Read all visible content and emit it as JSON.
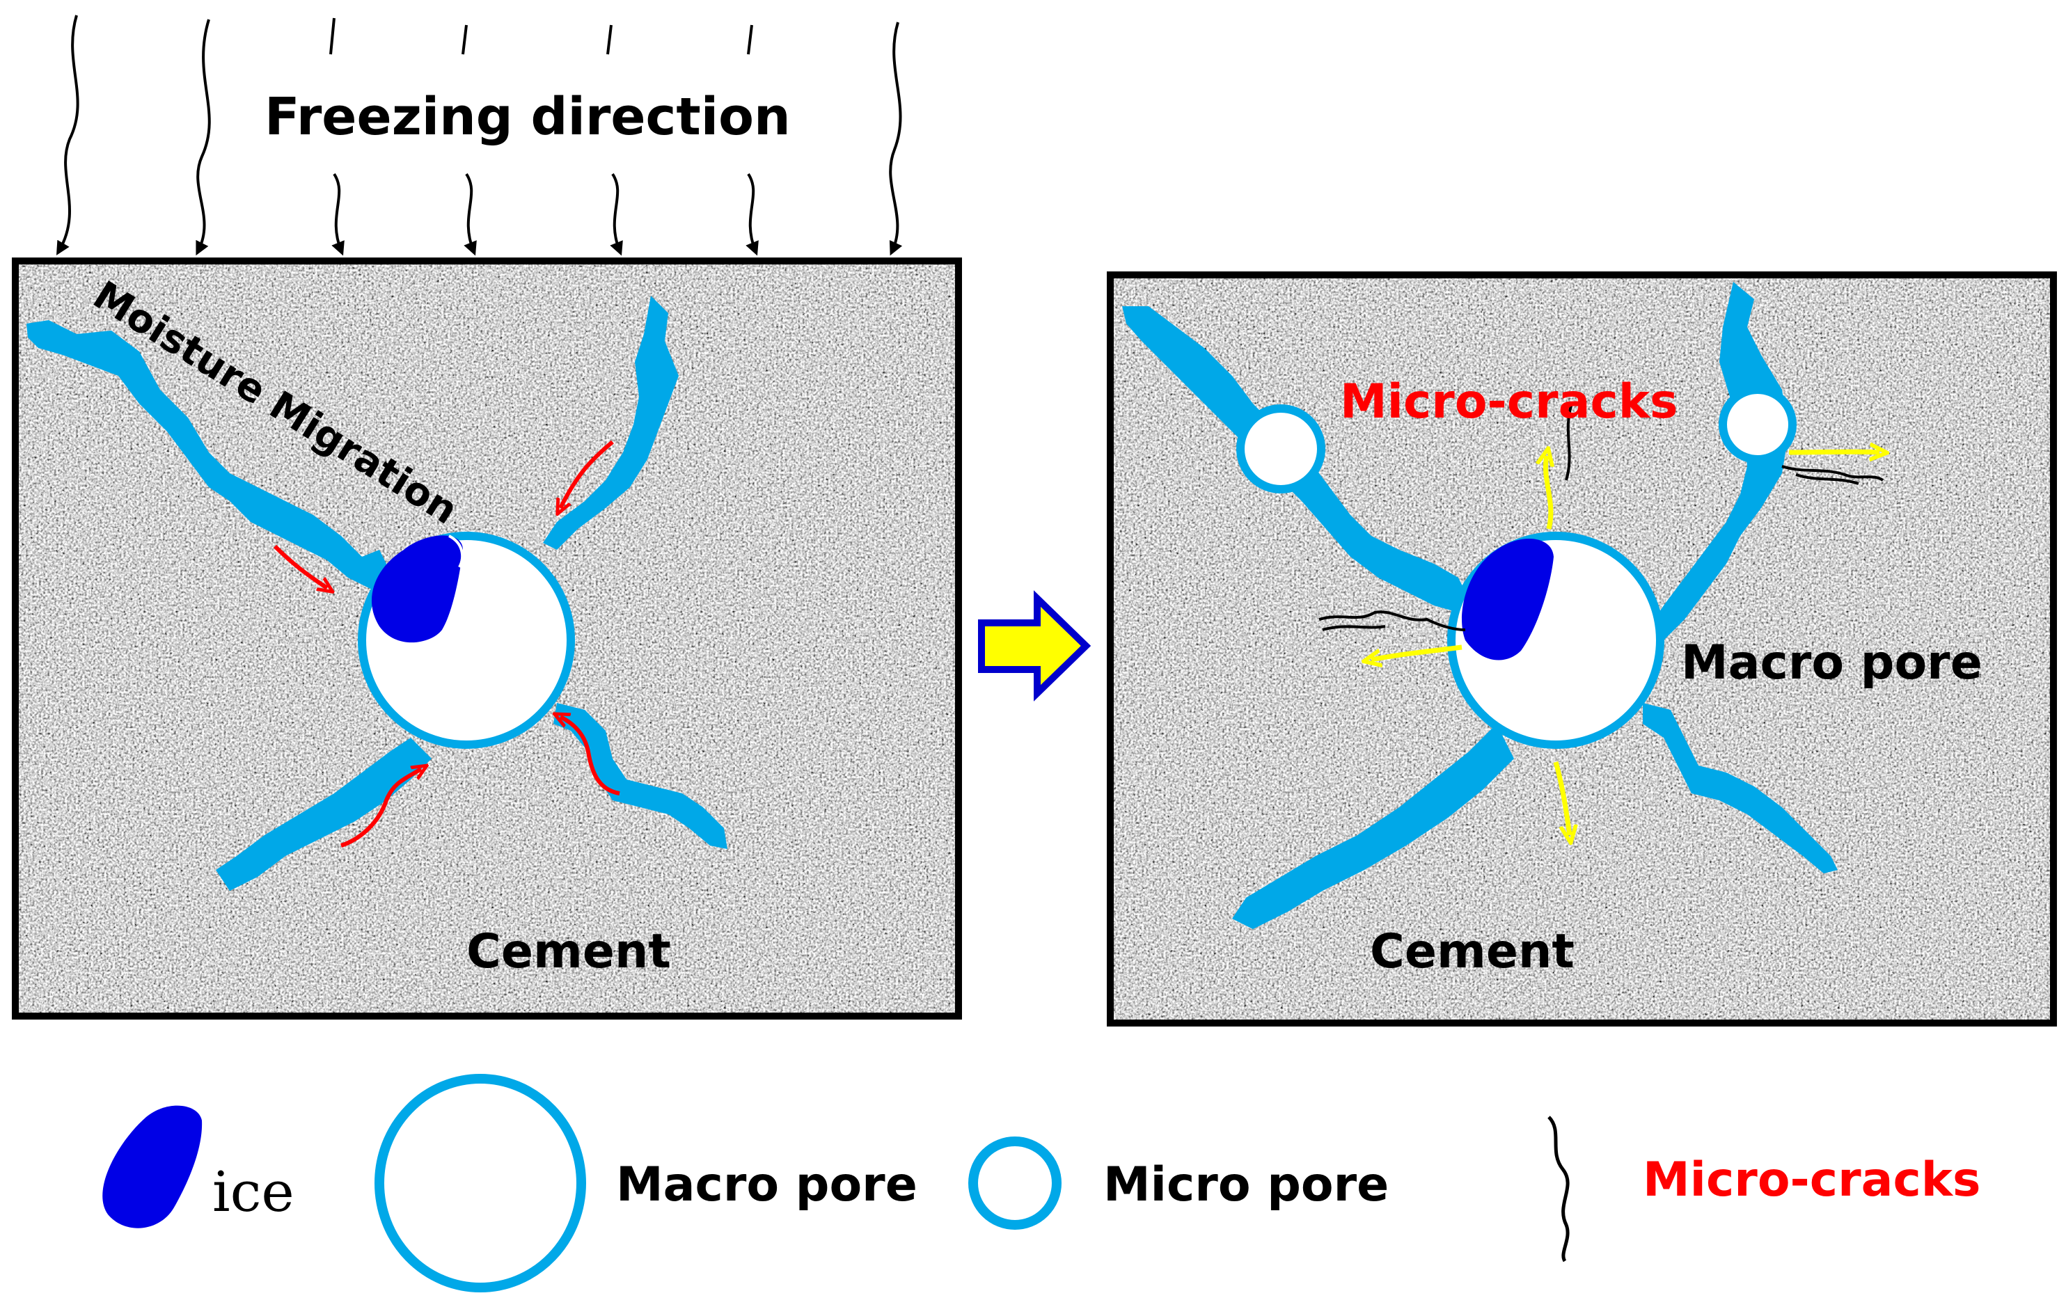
{
  "title": "Freezing direction",
  "left_panel": {
    "moisture_label": "Moisture Migration",
    "material_label": "Cement"
  },
  "right_panel": {
    "crack_label": "Micro-cracks",
    "pore_label": "Macro pore",
    "material_label": "Cement"
  },
  "legend": {
    "ice": "ice",
    "macro_pore": "Macro pore",
    "micro_pore": "Micro pore",
    "micro_cracks": "Micro-cracks"
  },
  "colors": {
    "water": "#00a8e8",
    "ice": "#0000e6",
    "heat_arrow": "#ff0000",
    "pressure_arrow": "#ffff00",
    "transition_arrow_fill": "#ffff00",
    "transition_arrow_stroke": "#0000cc",
    "crack_text": "#ff0000"
  }
}
